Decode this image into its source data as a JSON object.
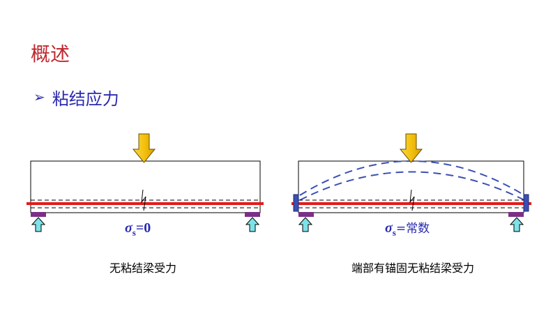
{
  "header": {
    "title": "概述",
    "bullet_text": "粘结应力",
    "bullet_icon": "arrow-right-icon"
  },
  "figures": [
    {
      "sigma_symbol": "σ",
      "sigma_subscript": "s",
      "sigma_value": "=0",
      "caption": "无粘结梁受力"
    },
    {
      "sigma_symbol": "σ",
      "sigma_subscript": "s",
      "sigma_value": "=常数",
      "caption": "端部有锚固无粘结梁受力"
    }
  ],
  "colors": {
    "title": "#c0282f",
    "bullet": "#2a2ab0",
    "tendon": "#e41b1b",
    "load_arrow": "#f4c10f",
    "support_arrow": "#7de3e8",
    "support_pad": "#7b2f86",
    "anchor": "#3a4fb5",
    "stress_label": "#2a2ab0"
  }
}
